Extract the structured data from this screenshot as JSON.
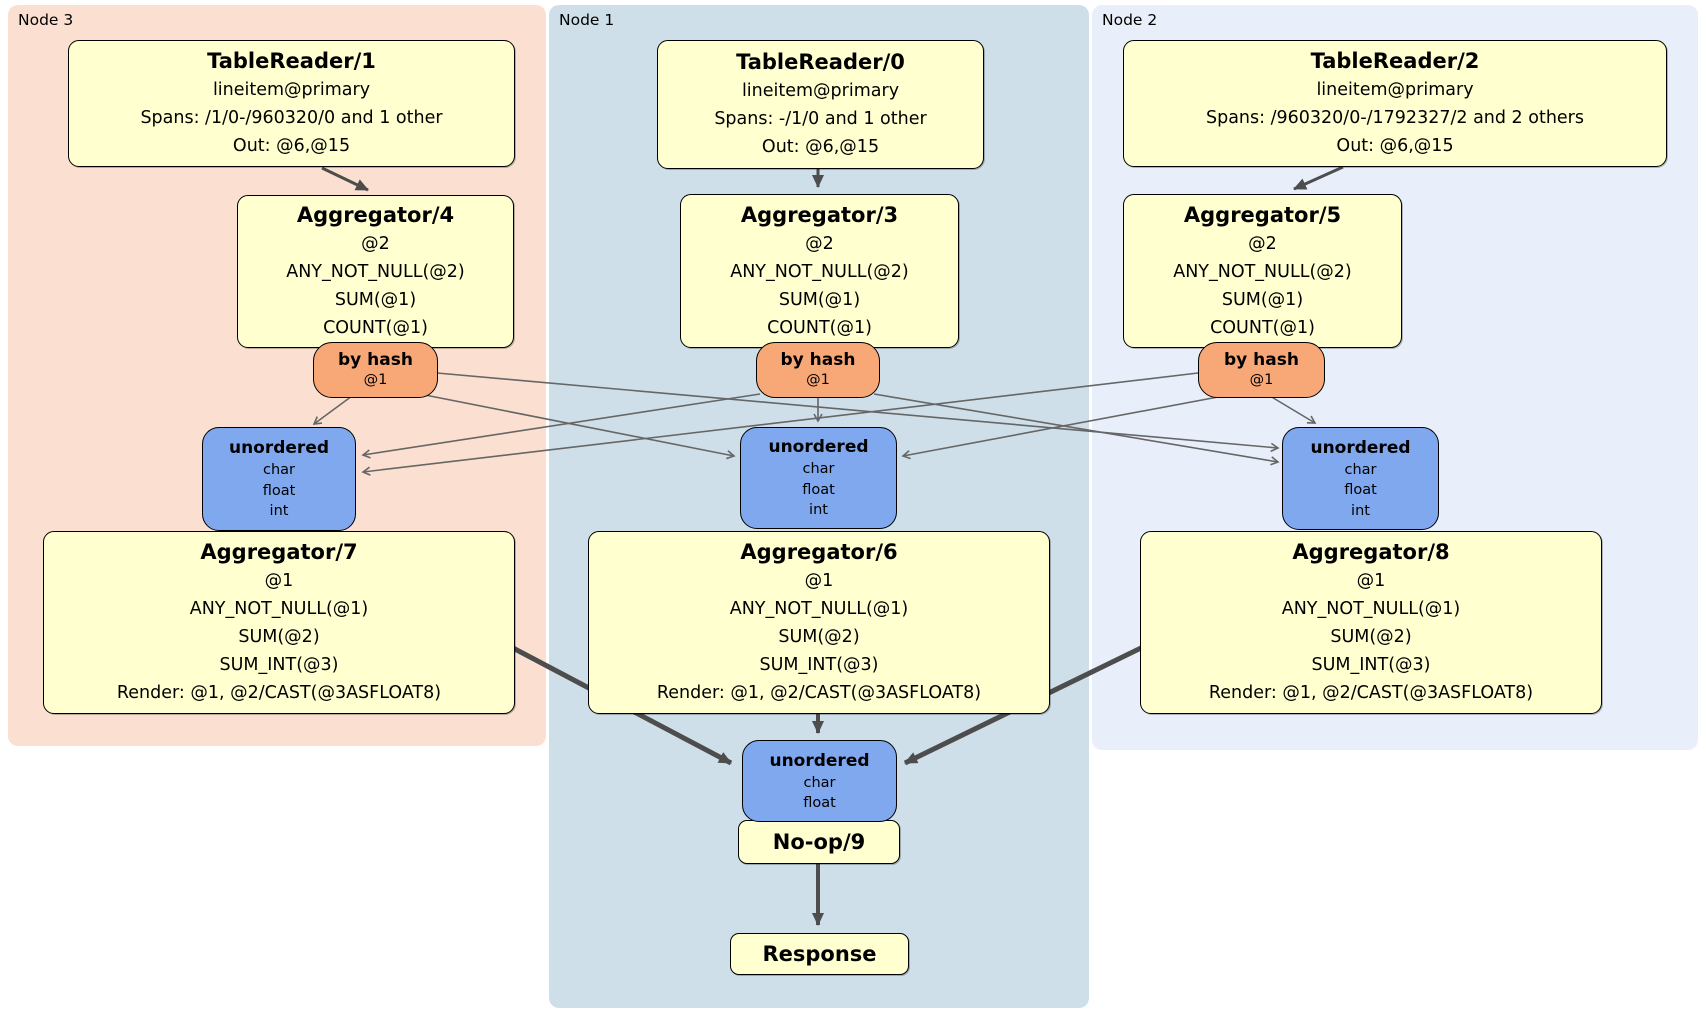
{
  "panels": [
    {
      "label": "Node 3"
    },
    {
      "label": "Node 1"
    },
    {
      "label": "Node 2"
    }
  ],
  "processors": {
    "tr1": {
      "title": "TableReader/1",
      "lines": [
        "lineitem@primary",
        "Spans: /1/0-/960320/0 and 1 other",
        "Out: @6,@15"
      ]
    },
    "tr0": {
      "title": "TableReader/0",
      "lines": [
        "lineitem@primary",
        "Spans: -/1/0 and 1 other",
        "Out: @6,@15"
      ]
    },
    "tr2": {
      "title": "TableReader/2",
      "lines": [
        "lineitem@primary",
        "Spans: /960320/0-/1792327/2 and 2 others",
        "Out: @6,@15"
      ]
    },
    "agg4": {
      "title": "Aggregator/4",
      "lines": [
        "@2",
        "ANY_NOT_NULL(@2)",
        "SUM(@1)",
        "COUNT(@1)"
      ]
    },
    "agg3": {
      "title": "Aggregator/3",
      "lines": [
        "@2",
        "ANY_NOT_NULL(@2)",
        "SUM(@1)",
        "COUNT(@1)"
      ]
    },
    "agg5": {
      "title": "Aggregator/5",
      "lines": [
        "@2",
        "ANY_NOT_NULL(@2)",
        "SUM(@1)",
        "COUNT(@1)"
      ]
    },
    "agg7": {
      "title": "Aggregator/7",
      "lines": [
        "@1",
        "ANY_NOT_NULL(@1)",
        "SUM(@2)",
        "SUM_INT(@3)",
        "Render: @1, @2/CAST(@3ASFLOAT8)"
      ]
    },
    "agg6": {
      "title": "Aggregator/6",
      "lines": [
        "@1",
        "ANY_NOT_NULL(@1)",
        "SUM(@2)",
        "SUM_INT(@3)",
        "Render: @1, @2/CAST(@3ASFLOAT8)"
      ]
    },
    "agg8": {
      "title": "Aggregator/8",
      "lines": [
        "@1",
        "ANY_NOT_NULL(@1)",
        "SUM(@2)",
        "SUM_INT(@3)",
        "Render: @1, @2/CAST(@3ASFLOAT8)"
      ]
    },
    "noop": {
      "title": "No-op/9"
    },
    "response": {
      "title": "Response"
    }
  },
  "routers": {
    "n3": {
      "title": "by hash",
      "detail": "@1"
    },
    "n1": {
      "title": "by hash",
      "detail": "@1"
    },
    "n2": {
      "title": "by hash",
      "detail": "@1"
    }
  },
  "syncs": {
    "n3": {
      "title": "unordered",
      "items": [
        "char",
        "float",
        "int"
      ]
    },
    "n1": {
      "title": "unordered",
      "items": [
        "char",
        "float",
        "int"
      ]
    },
    "n2": {
      "title": "unordered",
      "items": [
        "char",
        "float",
        "int"
      ]
    },
    "final": {
      "title": "unordered",
      "items": [
        "char",
        "float"
      ]
    }
  },
  "colors": {
    "processor_fill": "#ffffcf",
    "router_fill": "#f8a877",
    "sync_fill": "#7fa8ee",
    "node3_panel": "#fbe0d1",
    "node1_panel": "#cfdfe9",
    "node2_panel": "#e9effa",
    "edge_thin": "#666666",
    "edge_thick": "#4d4d4d"
  }
}
